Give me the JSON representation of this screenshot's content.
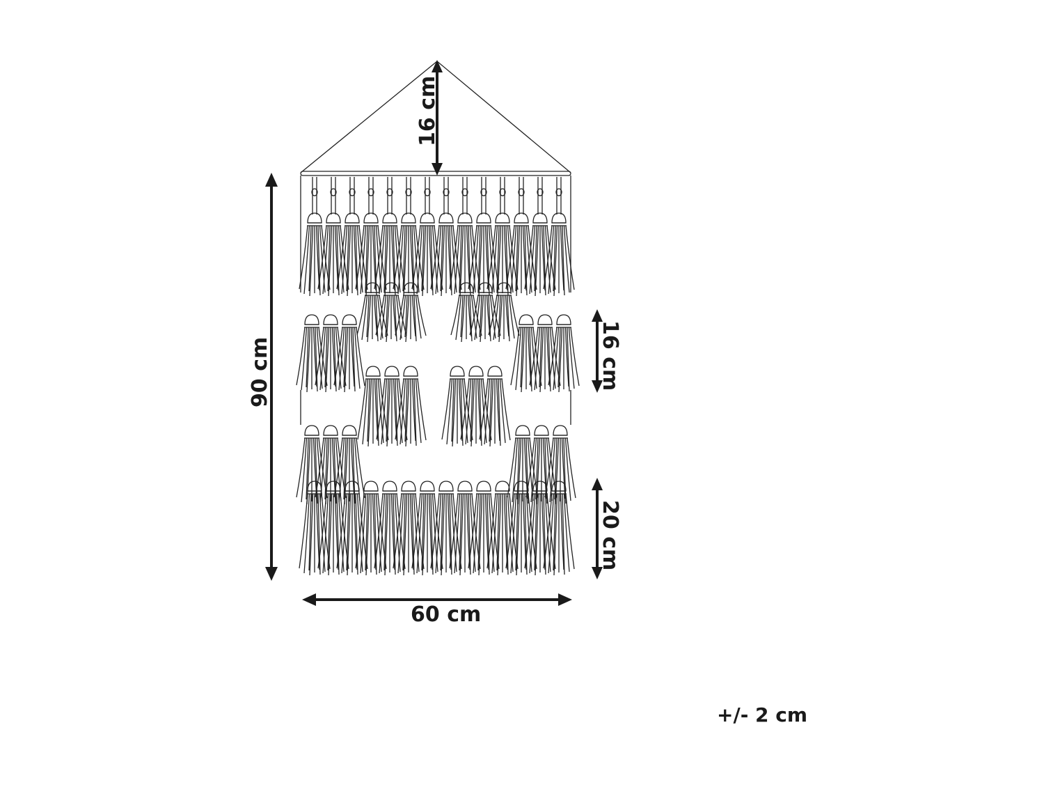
{
  "dimensions": {
    "hanger_height": "16 cm",
    "total_height": "90 cm",
    "width": "60 cm",
    "middle_tier_height": "16 cm",
    "bottom_tier_height": "20 cm"
  },
  "tolerance": "+/- 2 cm",
  "colors": {
    "line": "#1a1a1a",
    "background": "#ffffff"
  }
}
